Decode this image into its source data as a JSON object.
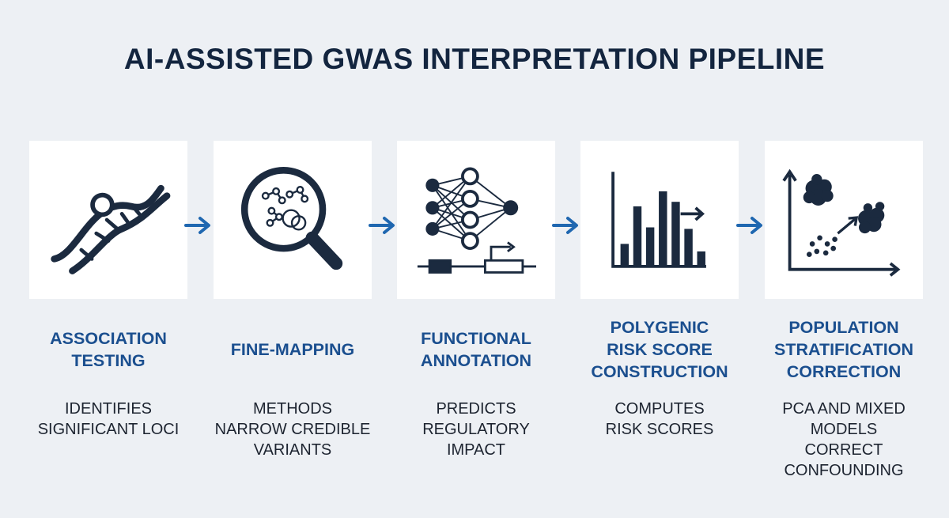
{
  "title": "AI-ASSISTED GWAS INTERPRETATION PIPELINE",
  "colors": {
    "background": "#edf0f4",
    "card": "#ffffff",
    "icon": "#1b2a3f",
    "heading": "#1b4f8f",
    "arrow": "#1f67b0",
    "title": "#13253f"
  },
  "steps": [
    {
      "icon": "dna-helix-icon",
      "heading": "ASSOCIATION\nTESTING",
      "description": "IDENTIFIES\nSIGNIFICANT LOCI"
    },
    {
      "icon": "magnifier-icon",
      "heading": "FINE-MAPPING",
      "description": "METHODS\nNARROW CREDIBLE\nVARIANTS"
    },
    {
      "icon": "neural-network-icon",
      "heading": "FUNCTIONAL\nANNOTATION",
      "description": "PREDICTS\nREGULATORY\nIMPACT"
    },
    {
      "icon": "bar-chart-icon",
      "heading": "POLYGENIC\nRISK SCORE\nCONSTRUCTION",
      "description": "COMPUTES\nRISK SCORES"
    },
    {
      "icon": "scatter-clusters-icon",
      "heading": "POPULATION\nSTRATIFICATION\nCORRECTION",
      "description": "PCA AND MIXED\nMODELS\nCORRECT\nCONFOUNDING"
    }
  ]
}
